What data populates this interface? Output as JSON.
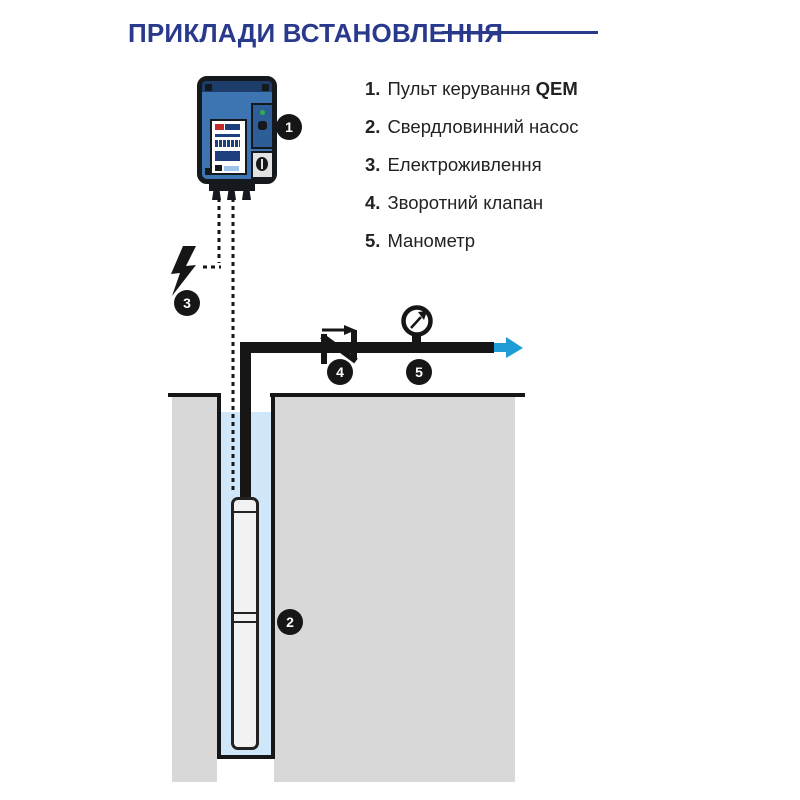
{
  "title": "ПРИКЛАДИ ВСТАНОВЛЕННЯ",
  "legend": {
    "items": [
      {
        "num": "1.",
        "text": "Пульт керування ",
        "bold": "QEM"
      },
      {
        "num": "2.",
        "text": "Свердловинний насос"
      },
      {
        "num": "3.",
        "text": "Електроживлення"
      },
      {
        "num": "4.",
        "text": "Зворотний клапан"
      },
      {
        "num": "5.",
        "text": "Манометр"
      }
    ]
  },
  "diagram": {
    "badges": [
      {
        "num": "1"
      },
      {
        "num": "2"
      },
      {
        "num": "3"
      },
      {
        "num": "4"
      },
      {
        "num": "5"
      }
    ],
    "icons": [
      "qem-controller",
      "lightning-icon",
      "check-valve-icon",
      "pressure-gauge-icon",
      "flow-arrow-icon",
      "borehole-pump",
      "well-shaft"
    ],
    "colors": {
      "title_accent": "#293a8d",
      "line_black": "#161616",
      "controller_blue": "#3d74b2",
      "controller_band": "#1d3e6b",
      "water": "#cfe7f8",
      "ground": "#d8d8d8",
      "flow_arrow": "#1e9cd6",
      "led_green": "#2fae4e"
    }
  }
}
